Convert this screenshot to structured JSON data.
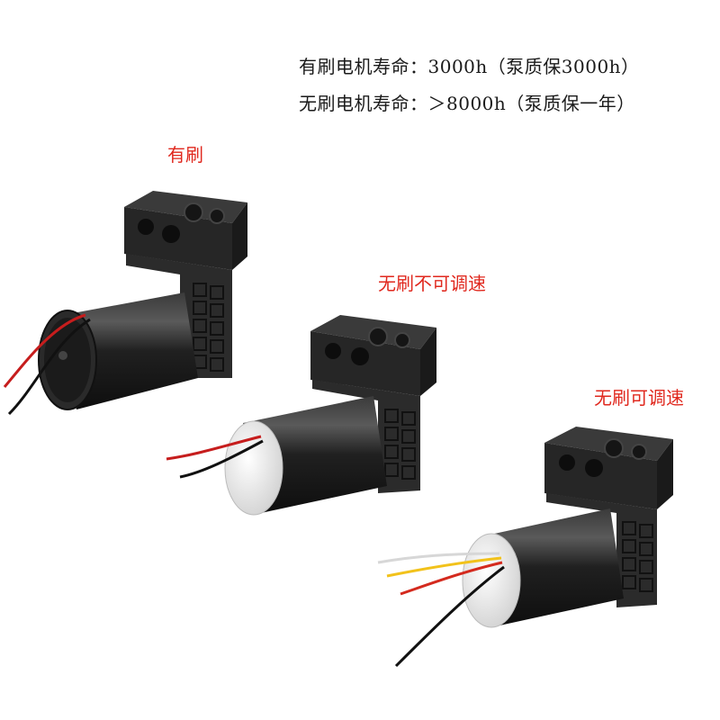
{
  "specs": {
    "brushed_life": "有刷电机寿命：3000h（泵质保3000h）",
    "brushless_life": "无刷电机寿命：＞8000h（泵质保一年）"
  },
  "labels": {
    "brushed": "有刷",
    "brushless_fixed": "无刷不可调速",
    "brushless_adjustable": "无刷可调速"
  },
  "colors": {
    "label_red": "#e0281e",
    "text_dark": "#1a1a1a",
    "pump_body": "#2a2a2a",
    "motor_black": "#1c1c1c",
    "end_cap_white": "#f2f2f2"
  }
}
